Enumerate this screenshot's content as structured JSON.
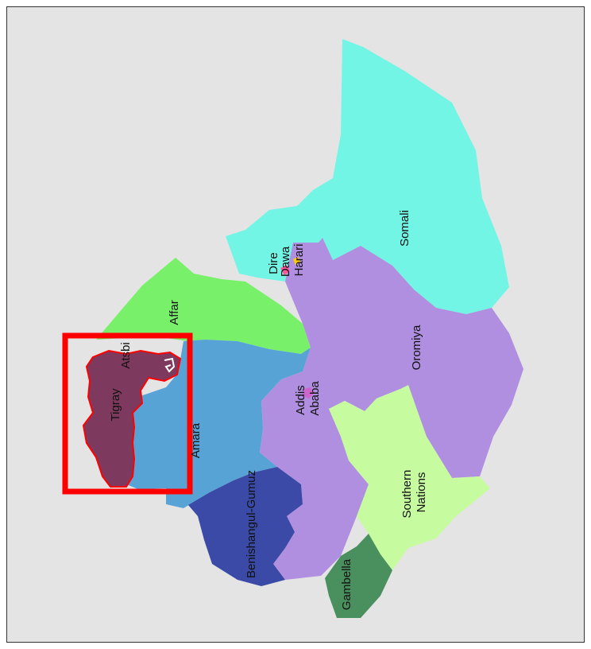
{
  "map": {
    "regions": [
      {
        "id": "somali",
        "label_lines": [
          "Somali"
        ],
        "color": "#72f5e4"
      },
      {
        "id": "afar",
        "label_lines": [
          "Affar"
        ],
        "color": "#79f06a"
      },
      {
        "id": "amara",
        "label_lines": [
          "Amara"
        ],
        "color": "#58a3d6"
      },
      {
        "id": "tigray",
        "label_lines": [
          "Tigray"
        ],
        "color": "#7e3a5e"
      },
      {
        "id": "oromiya",
        "label_lines": [
          "Oromiya"
        ],
        "color": "#b08fe0"
      },
      {
        "id": "southern-nations",
        "label_lines": [
          "Southern",
          "Nations"
        ],
        "color": "#c6fba0"
      },
      {
        "id": "benishangul-gumuz",
        "label_lines": [
          "Benishangul-Gumuz"
        ],
        "color": "#3a4aa6"
      },
      {
        "id": "gambella",
        "label_lines": [
          "Gambella"
        ],
        "color": "#4a8f5e"
      },
      {
        "id": "addis-ababa",
        "label_lines": [
          "Addis",
          "Ababa"
        ],
        "color": "#cc66cc"
      },
      {
        "id": "dire-dawa",
        "label_lines": [
          "Dire",
          "Dawa"
        ],
        "color": "#ff5599"
      },
      {
        "id": "harari",
        "label_lines": [
          "Harari"
        ],
        "color": "#ffcc00"
      }
    ],
    "extra_labels": [
      {
        "id": "atsbi",
        "text": "Atsbi"
      }
    ],
    "highlight": {
      "target": "tigray",
      "color": "#ff0000"
    },
    "background_color": "#e4e4e4"
  }
}
